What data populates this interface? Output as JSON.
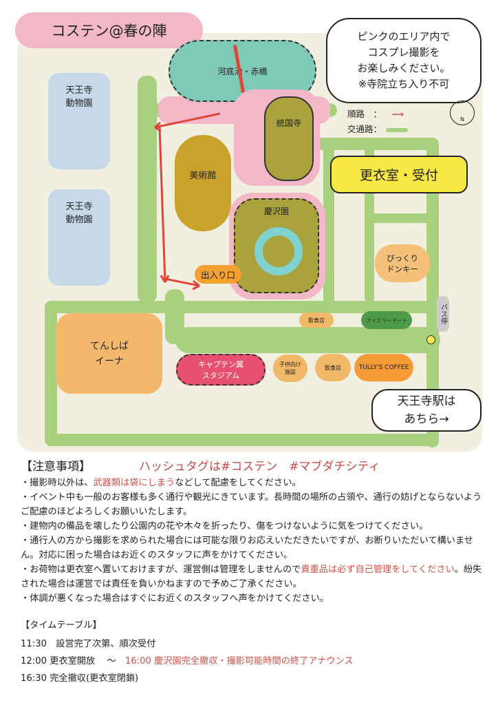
{
  "title": "コステン@春の陣",
  "bubble": "ピンクのエリア内で\nコスプレ撮影を\nお楽しみください。\n※寺院立ち入り不可",
  "legend": {
    "route": "順路　：",
    "road": "交通路：",
    "route_color": "#e0443a",
    "road_color": "#a9d07f"
  },
  "compass": "N",
  "places": {
    "zoo1": "天王寺\n動物園",
    "zoo2": "天王寺\n動物園",
    "lake": "河底池・赤橋",
    "museum": "美術館",
    "temple": "統国寺",
    "garden": "慶沢園",
    "entrance": "出入り口",
    "dressing": "更衣室・受付",
    "donkey": "びっくり\nドンキー",
    "bus": "バス停",
    "tenshiba": "てんしば\nイーナ",
    "restaurant1": "飲食店",
    "familymart": "ファミリーマート",
    "stadium": "キャプテン翼\nスタジアム",
    "kids": "子供向け\n施設",
    "restaurant2": "飲食店",
    "tullys": "TULLY'S COFFEE",
    "station": "天王寺駅は\nあちら→"
  },
  "notes": {
    "heading": "【注意事項】",
    "hashtag": "ハッシュタグは#コステン　#マブダチシティ",
    "items": [
      {
        "pre": "・撮影時以外は、",
        "red": "武器類は袋にしまう",
        "post": "などして配慮をしてください。"
      },
      {
        "pre": "・イベント中も一般のお客様も多く通行や観光にきています。長時間の場所の占領や、通行の妨げとならないようご配慮のほどよろしくお願いいたします。"
      },
      {
        "pre": "・建物内の備品を壊したり公園内の花や木々を折ったり、傷をつけないように気をつけてください。"
      },
      {
        "pre": "・通行人の方から撮影を求められた場合には可能な限りお応えいただきたいですが、お断りいただいて構いません。対応に困った場合はお近くのスタッフに声をかけてください。"
      },
      {
        "pre": "・お荷物は更衣室へ置いておけますが、運営側は管理をしませんので",
        "red": "貴重品は必ず自己管理をしてください",
        "post": "。紛失された場合は運営では責任を負いかねますので予めご了承ください。"
      },
      {
        "pre": "・体調が悪くなった場合はすぐにお近くのスタッフへ声をかけてください。"
      }
    ]
  },
  "timetable": {
    "heading": "【タイムテーブル】",
    "rows": [
      {
        "time": "11:30",
        "text": "設営完了次第、順次受付"
      },
      {
        "time": "12:00",
        "text": "更衣室開放　 〜　",
        "red": "16:00 慶沢園完全撤収・撮影可能時間の終了アナウンス"
      },
      {
        "time": "16:30",
        "text": "完全撤収(更衣室閉鎖)"
      }
    ]
  }
}
